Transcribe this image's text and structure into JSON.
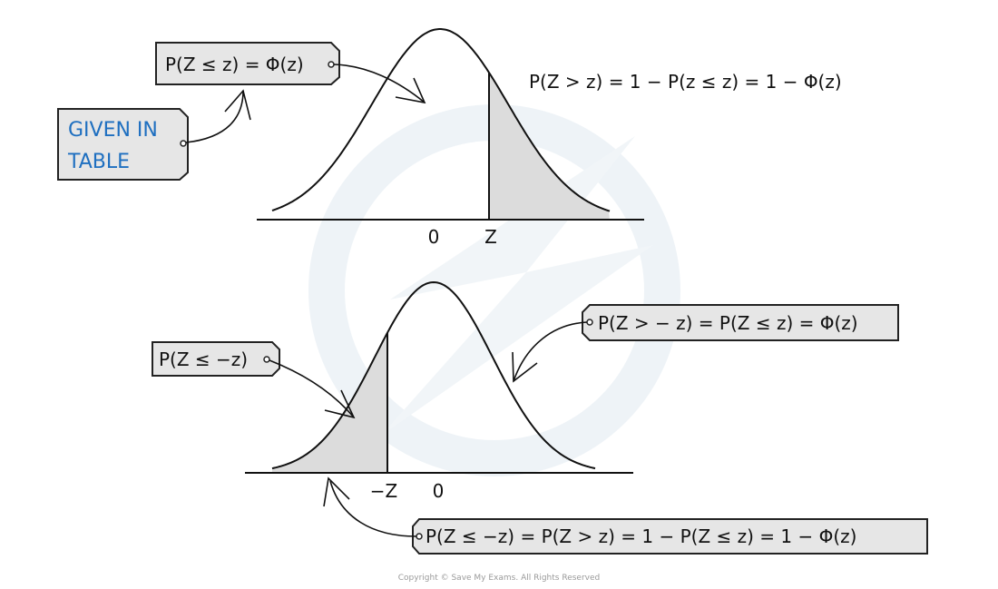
{
  "colors": {
    "shade": "#dcdcdc",
    "tag_fill": "#e6e6e6",
    "ink": "#111111",
    "blue_text": "#1e6fc0",
    "watermark": "#eef3f7"
  },
  "top_diagram": {
    "tag_cdf": "P(Z ≤ z) = Φ(z)",
    "given_tag_line1": "GIVEN IN",
    "given_tag_line2": "TABLE",
    "right_formula": "P(Z > z) = 1 − P(z ≤ z) = 1 − Φ(z)",
    "axis_labels": [
      "0",
      "Z"
    ],
    "shaded_region": "right tail beyond z"
  },
  "bottom_diagram": {
    "tag_left": "P(Z ≤ −z)",
    "tag_right": "P(Z > − z) = P(Z ≤ z) = Φ(z)",
    "tag_bottom": "P(Z ≤ −z) = P(Z > z) = 1 − P(Z ≤ z) = 1 − Φ(z)",
    "axis_labels": [
      "−Z",
      "0"
    ],
    "shaded_region": "left tail below −z"
  },
  "footer": {
    "copyright": "Copyright © Save My Exams. All Rights Reserved"
  }
}
